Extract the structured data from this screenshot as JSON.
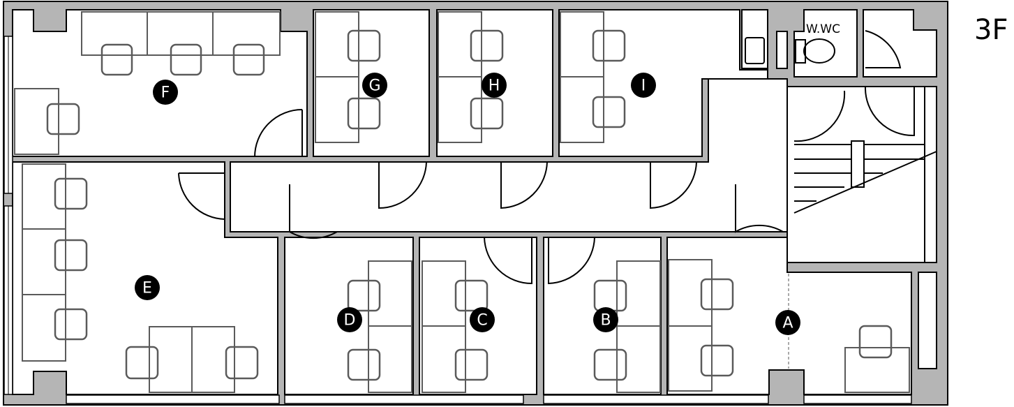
{
  "floor_label": "3F",
  "restroom_label": "W.WC",
  "rooms": [
    {
      "label": "A"
    },
    {
      "label": "B"
    },
    {
      "label": "C"
    },
    {
      "label": "D"
    },
    {
      "label": "E"
    },
    {
      "label": "F"
    },
    {
      "label": "G"
    },
    {
      "label": "H"
    },
    {
      "label": "I"
    }
  ],
  "colors": {
    "wall": "#b5b5b5",
    "furniture": "#5a5a5a",
    "marker": "#000000"
  }
}
